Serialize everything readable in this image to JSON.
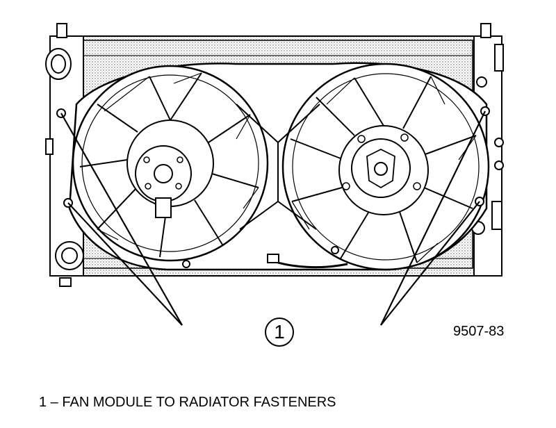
{
  "figure": {
    "callout_number": "1",
    "figure_code": "9507-83"
  },
  "legend": {
    "text": "1 – FAN MODULE TO RADIATOR FASTENERS"
  }
}
